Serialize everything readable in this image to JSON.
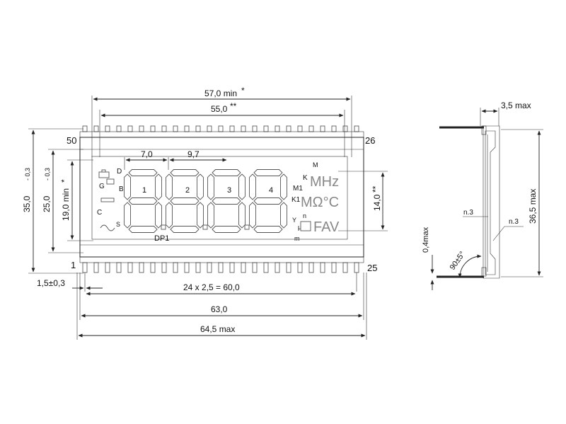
{
  "front_view": {
    "dims": {
      "overall_glass": "57,0 min",
      "overall_glass_star": "*",
      "viewing_area": "55,0",
      "viewing_area_star": "**",
      "digit_pitch": "7,0",
      "digit_offset": "9,7",
      "height_total": "35,0",
      "height_total_tol": "- 0,3",
      "height_glass": "25,0",
      "height_glass_tol": "- 0,3",
      "height_view": "19,0 min",
      "height_view_star": "*",
      "char_height": "14,0",
      "char_height_star": "**",
      "pin_offset": "1,5±0,3",
      "pin_pitch": "24 x 2,5 = 60,0",
      "width_inner": "63,0",
      "width_max": "64,5 max"
    },
    "pins": {
      "top_left": "50",
      "top_right": "26",
      "bottom_left": "1",
      "bottom_right": "25"
    },
    "digits": [
      "1",
      "2",
      "3",
      "4"
    ],
    "digit_value": "8.8.8.8",
    "dp_label": "DP1",
    "annunciators": {
      "d": "D",
      "b": "B",
      "c": "C",
      "g": "G",
      "s": "S",
      "k": "K",
      "m": "M",
      "m1": "M1",
      "k1": "K1",
      "y": "Y",
      "n": "n",
      "m_small": "m",
      "mhz": "MHz",
      "ohm_c": "MΩ°C",
      "fav": "FAV",
      "mu": "μ"
    }
  },
  "side_view": {
    "width": "3,5 max",
    "height": "36,5 max",
    "thickness": "0,4max",
    "angle": "90±5°",
    "n3_left": "n.3",
    "n3_right": "n.3"
  }
}
